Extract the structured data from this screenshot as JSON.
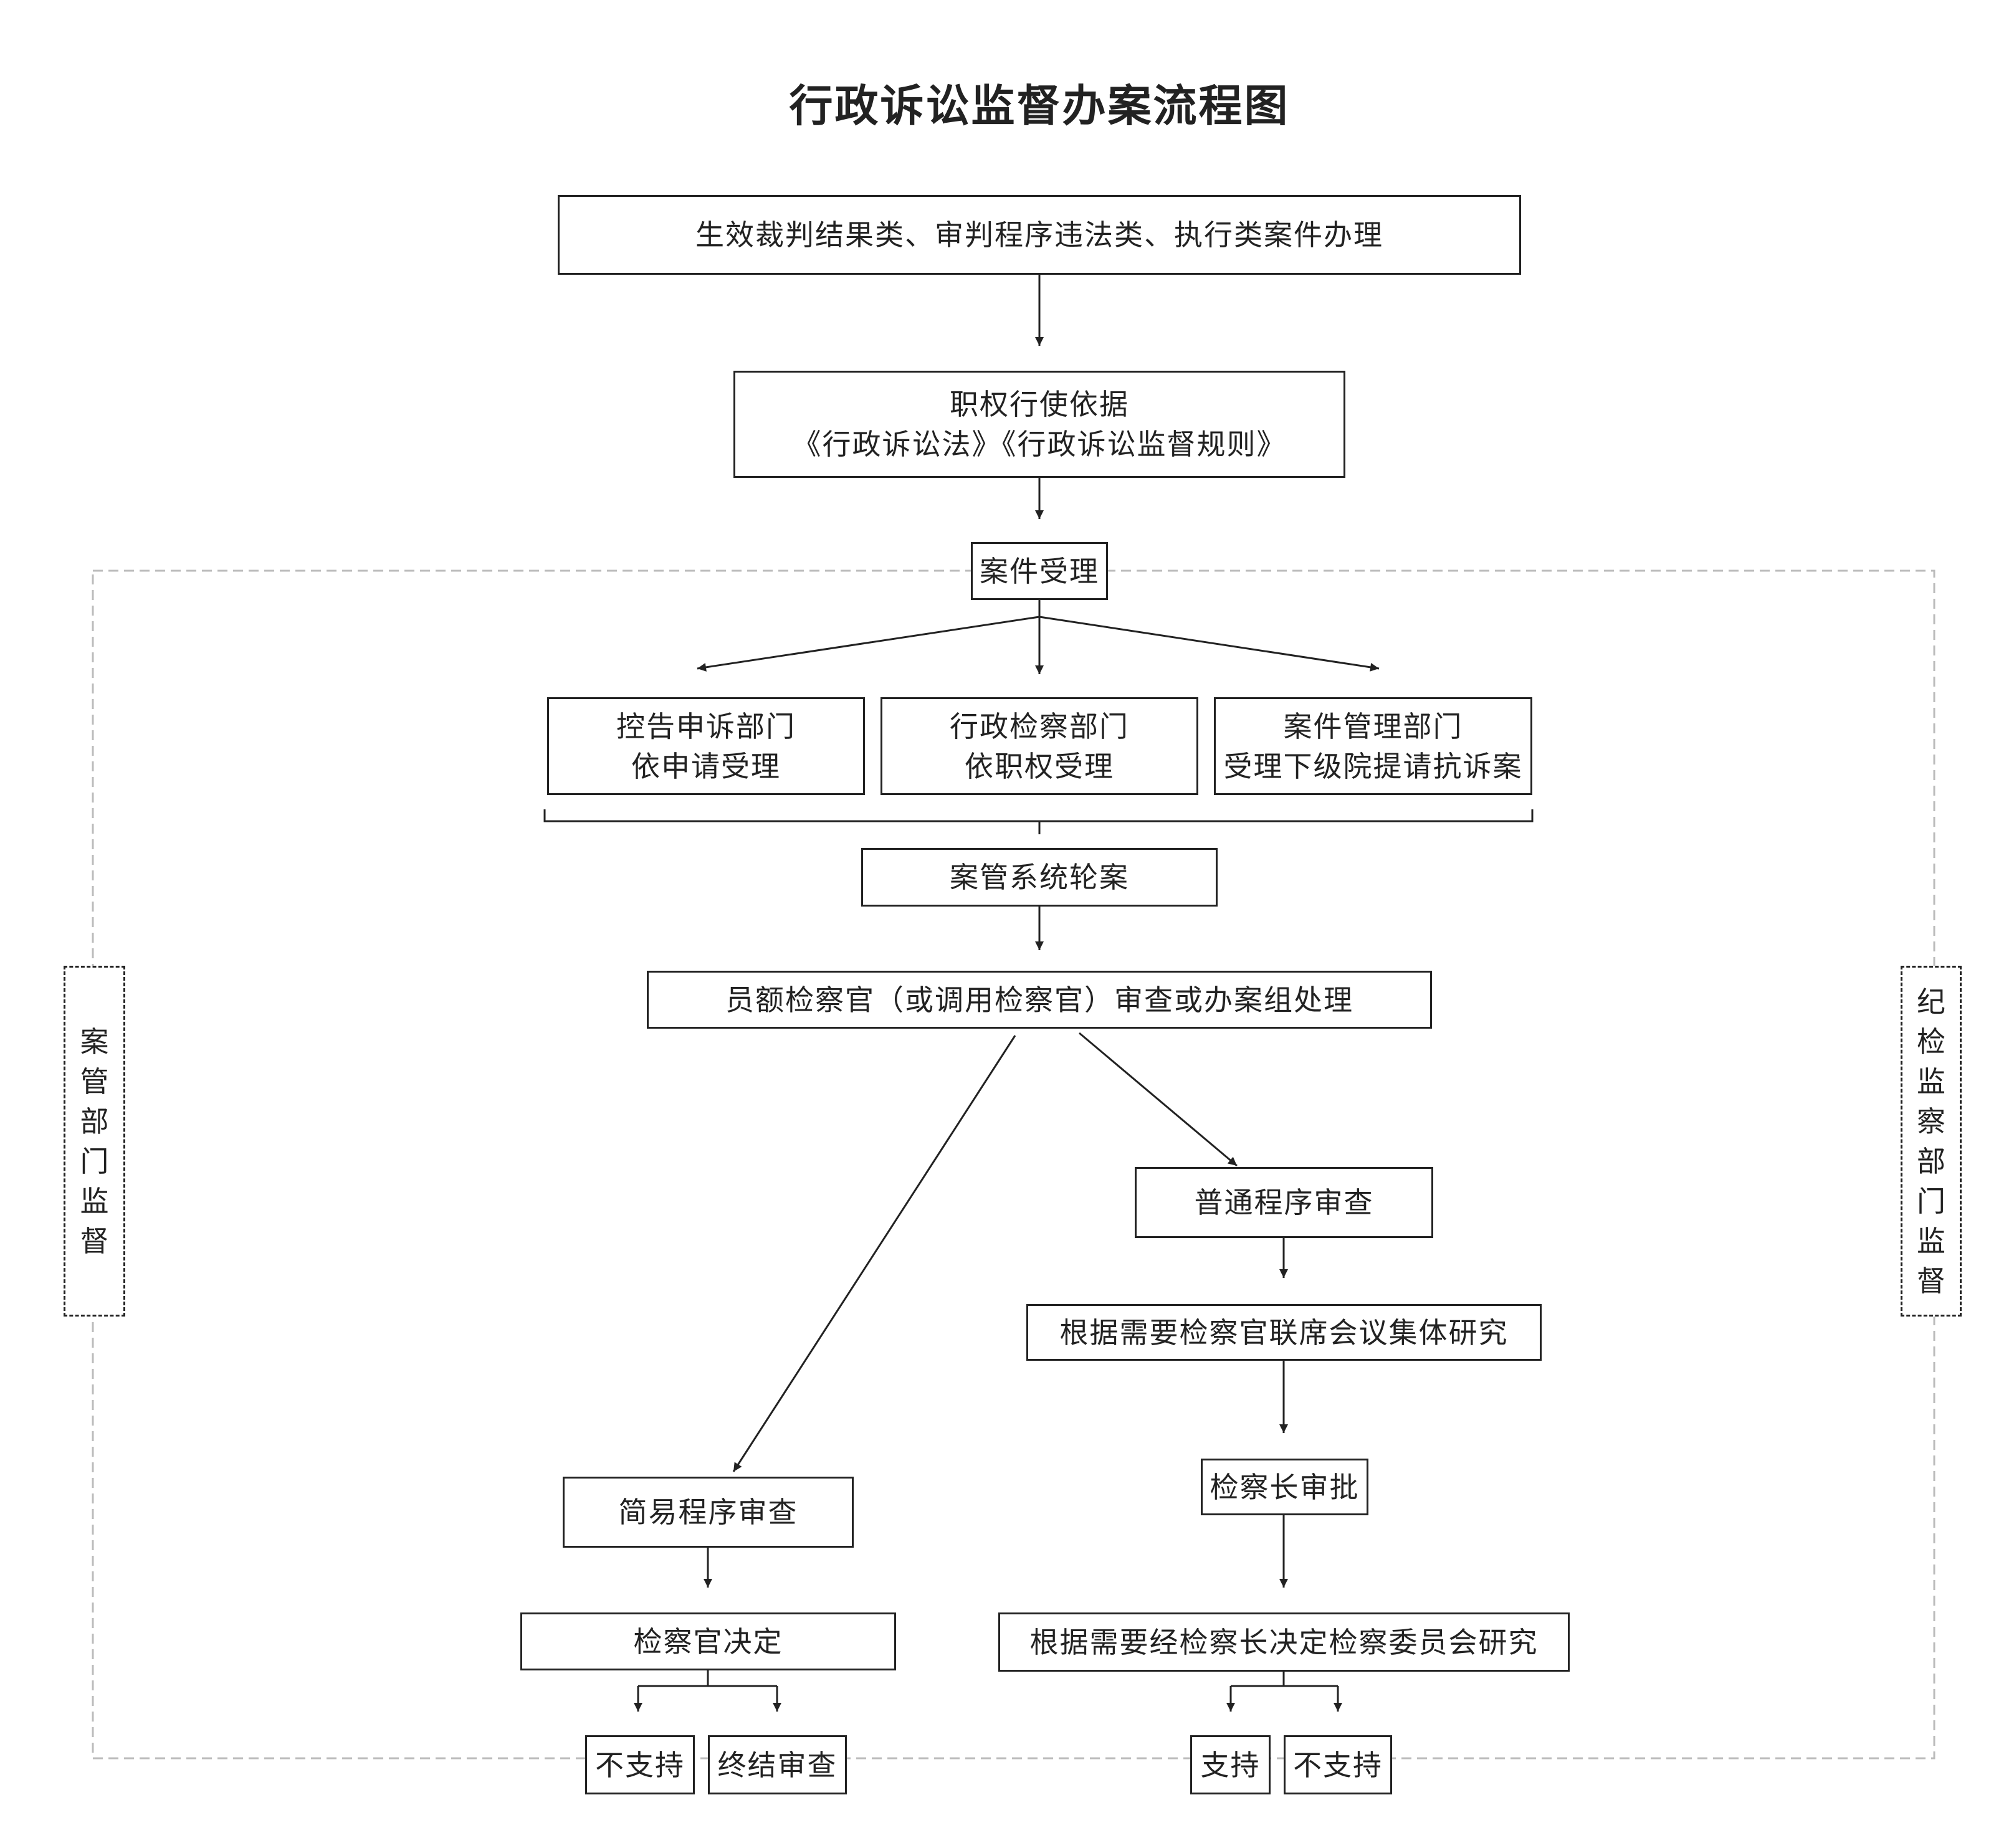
{
  "title": "行政诉讼监督办案流程图",
  "top": {
    "case_types": "生效裁判结果类、审判程序违法类、执行类案件办理",
    "basis_line1": "职权行使依据",
    "basis_line2": "《行政诉讼法》《行政诉讼监督规则》",
    "acceptance": "案件受理"
  },
  "departments": [
    {
      "line1": "控告申诉部门",
      "line2": "依申请受理"
    },
    {
      "line1": "行政检察部门",
      "line2": "依职权受理"
    },
    {
      "line1": "案件管理部门",
      "line2": "受理下级院提请抗诉案"
    }
  ],
  "rotation": "案管系统轮案",
  "review": "员额检察官（或调用检察官）审查或办案组处理",
  "simple_branch": {
    "review": "简易程序审查",
    "decision": "检察官决定",
    "outcomes": [
      "不支持",
      "终结审查"
    ]
  },
  "ordinary_branch": {
    "review": "普通程序审查",
    "joint_meeting": "根据需要检察官联席会议集体研究",
    "approval": "检察长审批",
    "committee": "根据需要经检察长决定检察委员会研究",
    "outcomes": [
      "支持",
      "不支持"
    ]
  },
  "supervision": {
    "left": "案管部门监督",
    "right": "纪检监察部门监督"
  },
  "colors": {
    "ink": "#222222",
    "dashed_frame": "#bbbbbb",
    "background": "#ffffff"
  }
}
